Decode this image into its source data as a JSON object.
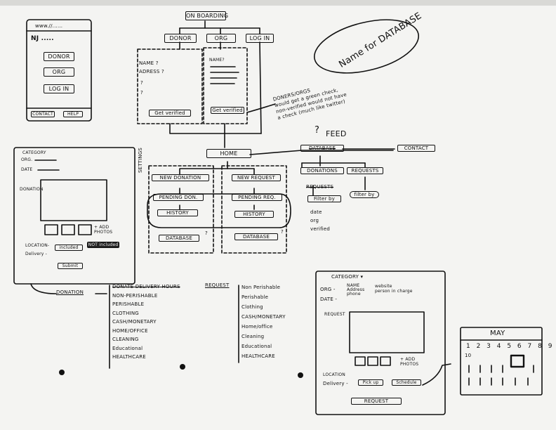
{
  "phone": {
    "url": "www.//......",
    "title": "NJ .....",
    "buttons": [
      "DONOR",
      "ORG",
      "LOG IN"
    ],
    "footer": [
      "CONTACT",
      "HELP"
    ]
  },
  "onboarding": {
    "title": "ON BOARDING",
    "branches": [
      "DONOR",
      "ORG",
      "LOG IN"
    ],
    "donor_fields": [
      "NAME ?",
      "ADRESS ?",
      "?",
      "?"
    ],
    "org_fields": [
      "NAME?"
    ],
    "verify_label": "Get verified"
  },
  "database_note": "Name for DATABASE",
  "verify_note": [
    "DONERS/ORGS",
    "would get a green check,",
    "non-verified would not have",
    "a check (much like twitter)"
  ],
  "home": {
    "title": "HOME",
    "settings_label": "SETTINGS",
    "left_items": [
      "NEW DONATION",
      "PENDING DON.",
      "HISTORY",
      "DATABASE"
    ],
    "right_items": [
      "NEW REQUEST",
      "PENDING REQ.",
      "HISTORY",
      "DATABASE"
    ],
    "q1": "?",
    "q2": "?"
  },
  "feed": {
    "database_struck": "DATABASE",
    "label": "FEED",
    "q": "?",
    "contact": "CONTACT",
    "donations": "DONATIONS",
    "requests": "REQUESTS",
    "requests_struck": "REQUESTS",
    "filter": "Filter by",
    "filter2": "filter by",
    "filter_options": [
      "date",
      "org",
      "verified"
    ]
  },
  "donation_form": {
    "category": "CATEGORY",
    "org": "ORG.",
    "date": "DATE",
    "donation_label": "DONATION",
    "add_photos": "+ ADD PHOTOS",
    "location": "LOCATION-",
    "delivery": "Delivery -",
    "included": "included",
    "not_included": "NOT included",
    "submit": "Submit"
  },
  "donation_list": {
    "title": "DONATION",
    "items": [
      "DONATE DELIVERY HOURS",
      "NON-PERISHABLE",
      "PERISHABLE",
      "CLOTHING",
      "CASH/MONETARY",
      "HOME/OFFICE",
      "CLEANING",
      "Educational",
      "HEALTHCARE"
    ]
  },
  "request_list": {
    "title": "REQUEST",
    "items": [
      "Non Perishable",
      "Perishable",
      "Clothing",
      "CASH/MONETARY",
      "Home/office",
      "Cleaning",
      "Educational",
      "HEALTHCARE"
    ]
  },
  "request_form": {
    "category": "CATEGORY",
    "org": "ORG -",
    "org_details": [
      "NAME",
      "Address",
      "phone"
    ],
    "website": "website",
    "person": "person in charge",
    "date": "DATE -",
    "request_label": "REQUEST",
    "add_photos": "+ ADD PHOTOS",
    "location": "LOCATION",
    "delivery": "Delivery -",
    "pickup": "Pick up",
    "schedule": "Schedule",
    "submit": "REQUEST"
  },
  "calendar": {
    "month": "MAY",
    "numbers": "1 2 3 4 5 6 7 8 9",
    "row2": "10"
  }
}
